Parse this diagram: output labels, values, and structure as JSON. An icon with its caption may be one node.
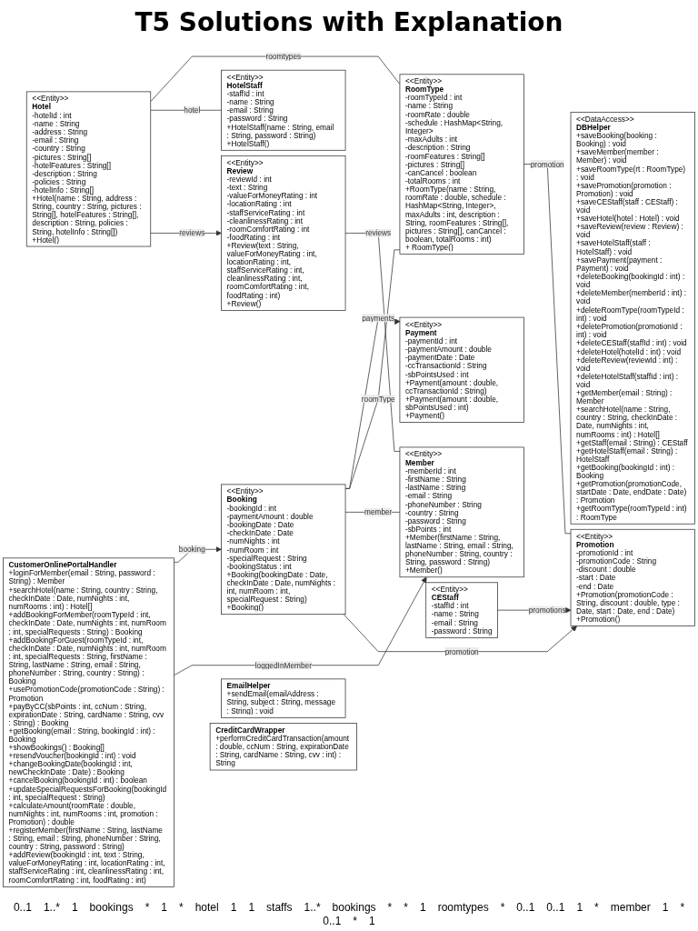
{
  "diagram": {
    "title": "T5 Solutions with Explanation",
    "nodes": [
      {
        "text": [
          "<<Entity>>",
          "Payment",
          "-paymentId : int",
          "-paymentAmount : double",
          "-paymentDate : Date",
          "-ccTransactionId : String",
          "-sbPointsUsed : int",
          "+Payment(amount : double, ccTransactionId : String)",
          "+Payment(amount : double, sbPointsUsed : int)",
          "+Payment()"
        ]
      },
      {
        "text": [
          "<<Entity>>",
          "Booking",
          "-bookingId : int",
          "-paymentAmount : double",
          "-bookingDate : Date",
          "-checkInDate : Date",
          "-numNights : int",
          "-numRoom : int",
          "-specialRequest : String",
          "-bookingStatus : int",
          "+Booking(bookingDate : Date, checkInDate : Date, numNights : int, numRoom : int, specialRequest : String)",
          "+Booking()"
        ]
      },
      {
        "text": [
          "<<Entity>>",
          "RoomType",
          "-roomTypeId : int",
          "-name : String",
          "-roomRate : double",
          "-schedule : HashMap<String, Integer>",
          "-maxAdults : int",
          "-description : String",
          "-roomFeatures : String[]",
          "-pictures : String[]",
          "-canCancel : boolean",
          "-totalRooms : int",
          "+RoomType(name : String, roomRate : double, schedule : HashMap<String, Integer>, maxAdults : int, description : String, roomFeatures : String[], pictures : String[], canCancel : boolean, totalRooms : int)",
          "+ RoomType()"
        ]
      },
      {
        "text": [
          "<<Entity>>",
          "Hotel",
          "-hotelId : int",
          "-name : String",
          "-address : String",
          "-email : String",
          "-country : String",
          "-pictures : String[]",
          "-hotelFeatures : String[]",
          "-description : String",
          "-policies : String",
          "-hotelInfo : String[]",
          "+Hotel(name : String, address : String, country : String, pictures : String[], hotelFeatures : String[], description : String, policies : String, hotelInfo : String[])",
          "+Hotel()"
        ]
      },
      {
        "text": [
          "<<Entity>>",
          "HotelStaff",
          "-staffId : int",
          "-name : String",
          "-email : String",
          "-password : String",
          "+HotelStaff(name : String, email : String, password : String)",
          "+HotelStaff()"
        ]
      },
      {
        "text": [
          "CustomerOnlinePortalHandler",
          "+loginForMember(email : String, password : String) : Member",
          "+searchHotel(name : String, country : String, checkInDate : Date, numNights : int, numRooms : int) : Hotel[]",
          "+addBookingForMember(roomTypeId : int, checkInDate : Date, numNights : int, numRoom : int, specialRequests : String) : Booking",
          "+addBookingForGuest(roomTypeId : int, checkInDate : Date, numNights : int, numRoom : int, specialRequests : String, firstName : String, lastName : String, email : String, phoneNumber : String, country : String) : Booking",
          "+usePromotionCode(promotionCode : String) : Promotion",
          "+payByCC(sbPoints : int, ccNum : String, expirationDate : String, cardName : String, cvv : String) : Booking",
          "+getBooking(email : String, bookingId : int) : Booking",
          "+showBookings() : Booking[]",
          "+resendVoucher(bookingId : int) : void",
          "+changeBookingDate(bookingId : int, newCheckInDate : Date) : Booking",
          "+cancelBooking(bookingId : int) : boolean",
          "+updateSpecialRequestsForBooking(bookingId : int, specialRequest : String)",
          "+calculateAmount(roomRate : double, numNights : int, numRooms : int, promotion : Promotion) : double",
          "+registerMember(firstName : String, lastName : String, email : String, phoneNumber : String, country : String, password : String)",
          "+addReview(bookingId : int, text : String, valueForMoneyRating : int, locationRating : int, staffServiceRating : int, cleanlinessRating : int, roomComfortRating : int, foodRating : int)"
        ]
      },
      {
        "text": [
          "<<DataAccess>>",
          "DBHelper",
          "+saveBooking(booking : Booking) : void",
          "+saveMember(member : Member) : void",
          "+saveRoomType(rt : RoomType) : void",
          "+savePromotion(promotion : Promotion) : void",
          "+saveCEStaff(staff : CEStaff) : void",
          "+saveHotel(hotel : Hotel) : void",
          "+saveReview(review : Review) : void",
          "+saveHotelStaff(staff : HotelStaff) : void",
          "+savePayment(payment : Payment) : void",
          "+deleteBooking(bookingId : int) : void",
          "+deleteMember(memberId : int) : void",
          "+deleteRoomType(roomTypeId : int) : void",
          "+deletePromotion(promotionId : int) : void",
          "+deleteCEStaff(staffId : int) : void",
          "+deleteHotel(hotelId : int) : void",
          "+deleteReview(reviewId : int) : void",
          "+deleteHotelStaff(staffId : int) : void",
          "+getMember(email : String) : Member",
          "+searchHotel(name : String, country : String, checkInDate : Date, numNights : int, numRooms : int) : Hotel[]",
          "+getStaff(email : String) : CEStaff",
          "+getHotelStaff(email : String) : HotelStaff",
          "+getBooking(bookingId : int) : Booking",
          "+getPromotion(promotionCode, startDate : Date, endDate : Date) : Promotion",
          "+getRoomType(roomTypeId : int) : RoomType"
        ]
      },
      {
        "text": [
          "<<Entity>>",
          "Member",
          "-memberId : int",
          "-firstName : String",
          "-lastName : String",
          "-email : String",
          "-phoneNumber : String",
          "-country : String",
          "-password : String",
          "-sbPoints : int",
          "+Member(firstName : String, lastName : String, email : String, phoneNumber : String, country : String, password : String)",
          "+Member()"
        ]
      },
      {
        "text": [
          "<<Entity>>",
          "Promotion",
          "-promotionId : int",
          "-promotionCode : String",
          "-discount : double",
          "-start : Date",
          "-end : Date",
          "+Promotion(promotionCode : String, discount : double, type : Date, start : Date, end : Date)",
          "+Promotion()"
        ]
      },
      {
        "text": [
          "<<Entity>>",
          "Review",
          "-reviewId : int",
          "-text : String",
          "-valueForMoneyRating : int",
          "-locationRating : int",
          "-staffServiceRating : int",
          "-cleanlinessRating : int",
          "-roomComfortRating : int",
          "-foodRating : int",
          "+Review(text : String, valueForMoneyRating : int, locationRating : int, staffServiceRating : int, cleanlinessRating : int, roomComfortRating : int, foodRating : int)",
          "+Review()"
        ]
      },
      {
        "text": [
          "<<Entity>>",
          "CEStaff",
          "-staffId : int",
          "-name : String",
          "-email : String",
          "-password : String"
        ]
      },
      {
        "text": [
          "EmailHelper",
          "+sendEmail(emailAddress : String, subject : String, message : String) : void"
        ]
      },
      {
        "text": [
          "CreditCardWrapper",
          "+performCreditCardTransaction(amount : double, ccNum : String, expirationDate : String, cardName : String, cvv : int) : String"
        ]
      }
    ],
    "edges": [
      {
        "from": 1,
        "to": 0,
        "arrow": "to",
        "label": "payments"
      },
      {
        "from": 1,
        "to": 2,
        "arrow": "none",
        "label": "roomType"
      },
      {
        "from": 3,
        "to": 2,
        "arrow": "none",
        "label": "roomtypes"
      },
      {
        "from": 3,
        "to": 4,
        "arrow": "none",
        "label": "hotel"
      },
      {
        "from": 5,
        "to": 1,
        "arrow": "to",
        "label": "booking"
      },
      {
        "from": 1,
        "to": 7,
        "arrow": "none",
        "label": "member"
      },
      {
        "from": 1,
        "to": 8,
        "arrow": "to",
        "label": "promotion"
      },
      {
        "from": 2,
        "to": 8,
        "arrow": "none",
        "label": "promotion"
      },
      {
        "from": 3,
        "to": 9,
        "arrow": "to",
        "label": "reviews"
      },
      {
        "from": 9,
        "to": 7,
        "arrow": "none",
        "label": "reviews"
      },
      {
        "from": 5,
        "to": 7,
        "arrow": "to",
        "label": "loggedInMember"
      },
      {
        "from": 10,
        "to": 8,
        "arrow": "to",
        "label": "promotions"
      }
    ],
    "labels": [
      "0..1",
      "1..*",
      "1",
      "bookings",
      "*",
      "1",
      "*",
      "hotel",
      "1",
      "1",
      "staffs",
      "1..*",
      "bookings",
      "*",
      "*",
      "1",
      "roomtypes",
      "*",
      "0..1",
      "0..1",
      "1",
      "*",
      "member",
      "1",
      "*",
      "0..1",
      "*",
      "1"
    ]
  }
}
